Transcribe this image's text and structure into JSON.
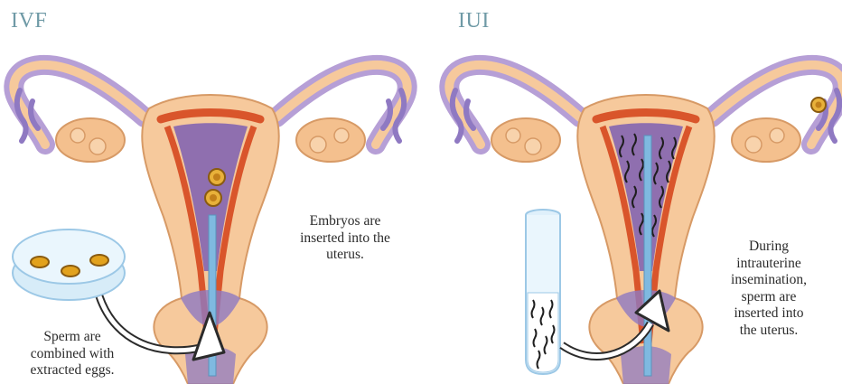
{
  "panels": {
    "ivf": {
      "title": "IVF",
      "caption_uterus": "Embryos are\ninserted into the\nuterus.",
      "caption_dish": "Sperm are\ncombined with\nextracted eggs."
    },
    "iui": {
      "title": "IUI",
      "caption_uterus": "During\nintrauterine\ninsemination,\nsperm are\ninserted into\nthe uterus."
    }
  },
  "colors": {
    "tissue": "#f6c99c",
    "tissue_outline": "#d79a66",
    "tube_purple": "#9b86c9",
    "lining_red": "#d9552b",
    "cavity_purple": "#7d5fb3",
    "catheter": "#7fb9e0",
    "egg_gold": "#e2a21d",
    "title_blue": "#6f9aa6"
  },
  "icons": [
    "uterus-illustration",
    "petri-dish-icon",
    "test-tube-icon",
    "arrow-icon",
    "embryo-icon",
    "sperm-icon"
  ]
}
